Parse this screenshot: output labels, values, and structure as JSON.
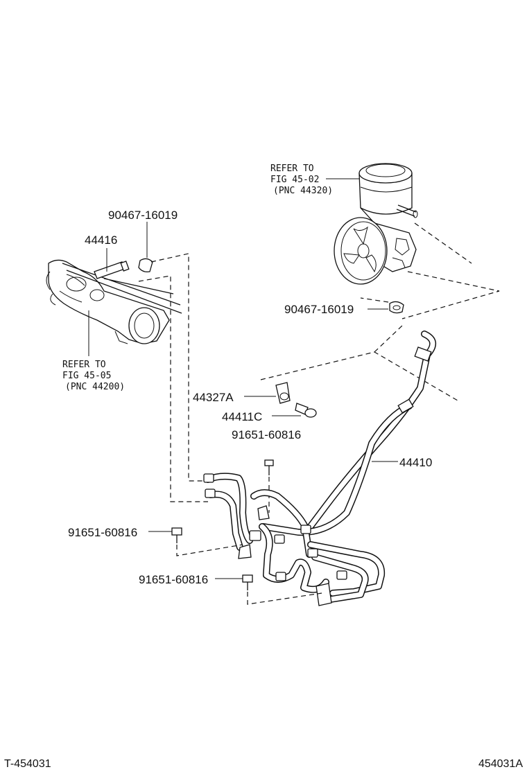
{
  "labels": {
    "pump_refer_line1": "REFER TO",
    "pump_refer_line2": "FIG 45-02",
    "pump_refer_line3": "(PNC 44320)",
    "clip_top_left": "90467-16019",
    "part_44416": "44416",
    "clip_right": "90467-16019",
    "gear_refer_line1": "REFER TO",
    "gear_refer_line2": "FIG 45-05",
    "gear_refer_line3": "(PNC 44200)",
    "part_44327a": "44327A",
    "part_44411c": "44411C",
    "bolt_center": "91651-60816",
    "part_44410": "44410",
    "bolt_left": "91651-60816",
    "bolt_bottom": "91651-60816",
    "footer_left": "T-454031",
    "footer_right": "454031A"
  }
}
